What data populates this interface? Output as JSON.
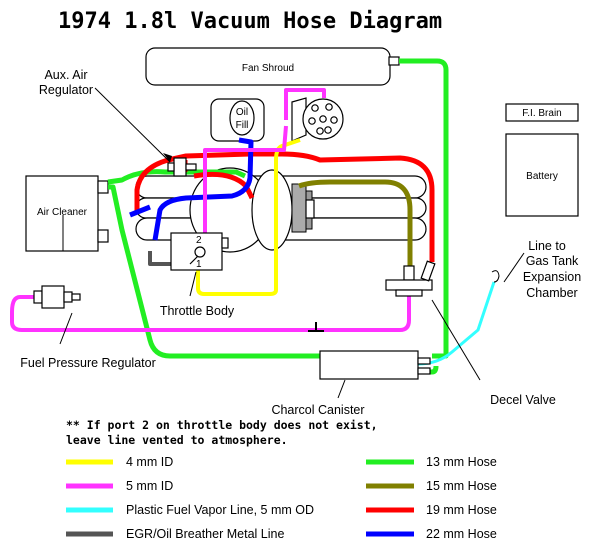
{
  "title": "1974 1.8l Vacuum Hose Diagram",
  "components": {
    "fan_shroud": "Fan Shroud",
    "oil_fill_1": "Oil",
    "oil_fill_2": "Fill",
    "fi_brain": "F.I. Brain",
    "battery": "Battery",
    "air_cleaner": "Air Cleaner",
    "port_2": "2",
    "port_1": "1"
  },
  "labels": {
    "aux_air_1": "Aux. Air",
    "aux_air_2": "Regulator",
    "throttle_body": "Throttle Body",
    "fuel_pressure_regulator": "Fuel Pressure Regulator",
    "charcol_canister": "Charcol Canister",
    "decel_valve": "Decel Valve",
    "gas_tank_1": "Line to",
    "gas_tank_2": "Gas Tank",
    "gas_tank_3": "Expansion",
    "gas_tank_4": "Chamber"
  },
  "note": {
    "line1": "** If port 2 on throttle body does not exist,",
    "line2": "leave line vented to atmosphere."
  },
  "colors": {
    "yellow": "#ffff00",
    "magenta": "#ff33ff",
    "cyan": "#33ffff",
    "gray": "#555555",
    "green": "#22ee22",
    "olive": "#808000",
    "red": "#ff0000",
    "blue": "#0000ff"
  },
  "legend": [
    {
      "label": "4 mm ID",
      "color": "#ffff00"
    },
    {
      "label": "5 mm ID",
      "color": "#ff33ff"
    },
    {
      "label": "Plastic Fuel Vapor Line, 5 mm OD",
      "color": "#33ffff"
    },
    {
      "label": "EGR/Oil Breather Metal Line",
      "color": "#555555"
    },
    {
      "label": "13 mm Hose",
      "color": "#22ee22"
    },
    {
      "label": "15 mm Hose",
      "color": "#808000"
    },
    {
      "label": "19 mm Hose",
      "color": "#ff0000"
    },
    {
      "label": "22 mm Hose",
      "color": "#0000ff"
    }
  ]
}
